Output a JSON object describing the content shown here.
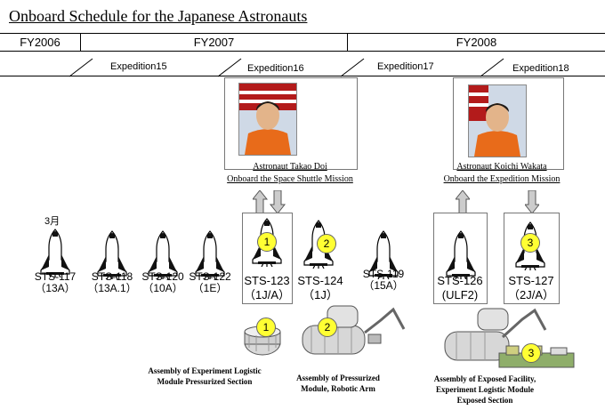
{
  "title": "Onboard Schedule for the Japanese Astronauts",
  "fiscal_years": [
    "FY2006",
    "FY2007",
    "FY2008"
  ],
  "expeditions": [
    "Expedition15",
    "Expedition16",
    "Expedition17",
    "Expedition18"
  ],
  "astronauts": [
    {
      "name": "Astronaut Takao Doi",
      "role": "Onboard the Space Shuttle Mission",
      "arrows": "up-down"
    },
    {
      "name": "Astronaut Koichi Wakata",
      "role": "Onboard the Expedition Mission",
      "arrows": "up/down"
    }
  ],
  "month_note": "3月",
  "missions": [
    {
      "name": "STS-117",
      "flight": "（13A）"
    },
    {
      "name": "STS-118",
      "flight": "（13A.1）"
    },
    {
      "name": "STS-120",
      "flight": "（10A）"
    },
    {
      "name": "STS-122",
      "flight": "（1E）"
    },
    {
      "name": "STS-123",
      "flight": "（1J/A）",
      "badge": "1"
    },
    {
      "name": "STS-124",
      "flight": "（1J）",
      "badge": "2"
    },
    {
      "name": "STS-119",
      "flight": "（15A）"
    },
    {
      "name": "STS-126",
      "flight": "(ULF2)"
    },
    {
      "name": "STS-127",
      "flight": "（2J/A）",
      "badge": "3"
    }
  ],
  "assemblies": [
    {
      "badge": "1",
      "text_line1": "Assembly of Experiment Logistic",
      "text_line2": "Module Pressurized Section",
      "text_line3": ""
    },
    {
      "badge": "2",
      "text_line1": "Assembly of Pressurized",
      "text_line2": "Module, Robotic Arm",
      "text_line3": ""
    },
    {
      "badge": "3",
      "text_line1": "Assembly of Exposed Facility,",
      "text_line2": "Experiment Logistic Module",
      "text_line3": "Exposed Section"
    }
  ],
  "colors": {
    "line": "#000000",
    "box_border": "#777777",
    "badge_fill": "#ffff33",
    "arrow_fill": "#cccccc"
  }
}
